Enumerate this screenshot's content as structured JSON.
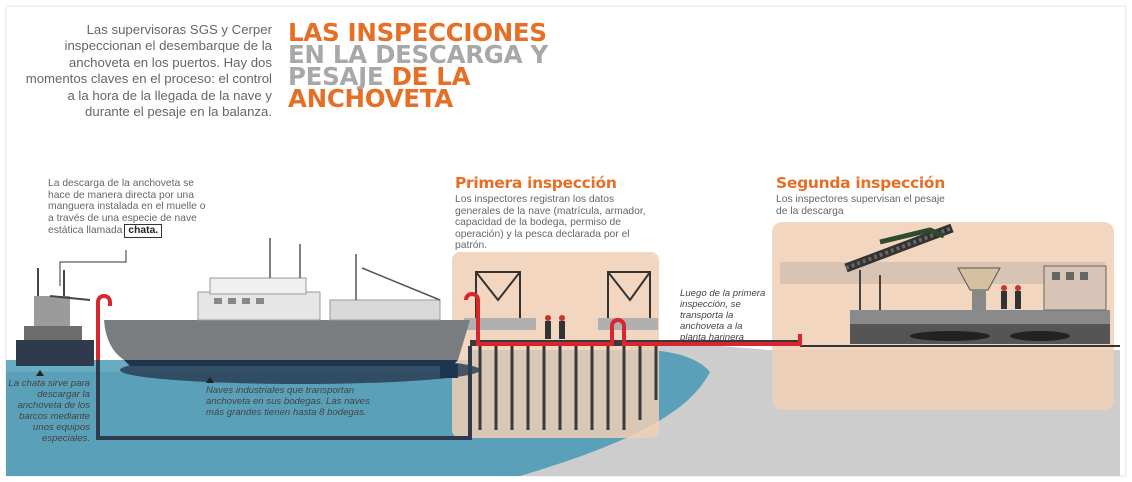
{
  "intro_text": "Las supervisoras SGS y Cerper inspeccionan el desembarque de la anchoveta en los puertos. Hay dos momentos claves en el proceso: el control a la hora de la llegada de la nave y durante el pesaje en la balanza.",
  "title": {
    "line1": "LAS INSPECCIONES",
    "line2": "EN LA DESCARGA Y",
    "line3_a": "PESAJE ",
    "line3_b": "DE LA",
    "line4": "ANCHOVETA"
  },
  "chata_note": {
    "text": "La descarga de la anchoveta se hace de manera directa por una manguera instalada en el muelle o a través de una especie de nave estática llamada",
    "label": "chata."
  },
  "chata_caption": "La chata sirve para descargar la anchoveta de los barcos mediante unos equipos especiales.",
  "ships_caption": "Naves industriales que transportan anchoveta en sus bodegas. Las naves más grandes tienen hasta 8 bodegas.",
  "first_inspection": {
    "heading": "Primera inspección",
    "text": "Los inspectores registran los datos generales de la nave (matrícula, armador, capacidad de la bodega, permiso de operación) y la pesca declarada por el patrón."
  },
  "transport_note": "Luego de la primera inspección, se transporta la anchoveta a la planta harinera",
  "second_inspection": {
    "heading": "Segunda inspección",
    "text": "Los inspectores supervisan el pesaje de la descarga"
  },
  "colors": {
    "accent_orange": "#e66f26",
    "title_gray": "#a8a8a8",
    "sea": "#5aa0b8",
    "pipe_red": "#d8262e",
    "pipe_dark": "#2f3a4c",
    "highlight_box": "#f1d2bc",
    "land": "#cfcfcf",
    "hull": "#7a7d80"
  }
}
